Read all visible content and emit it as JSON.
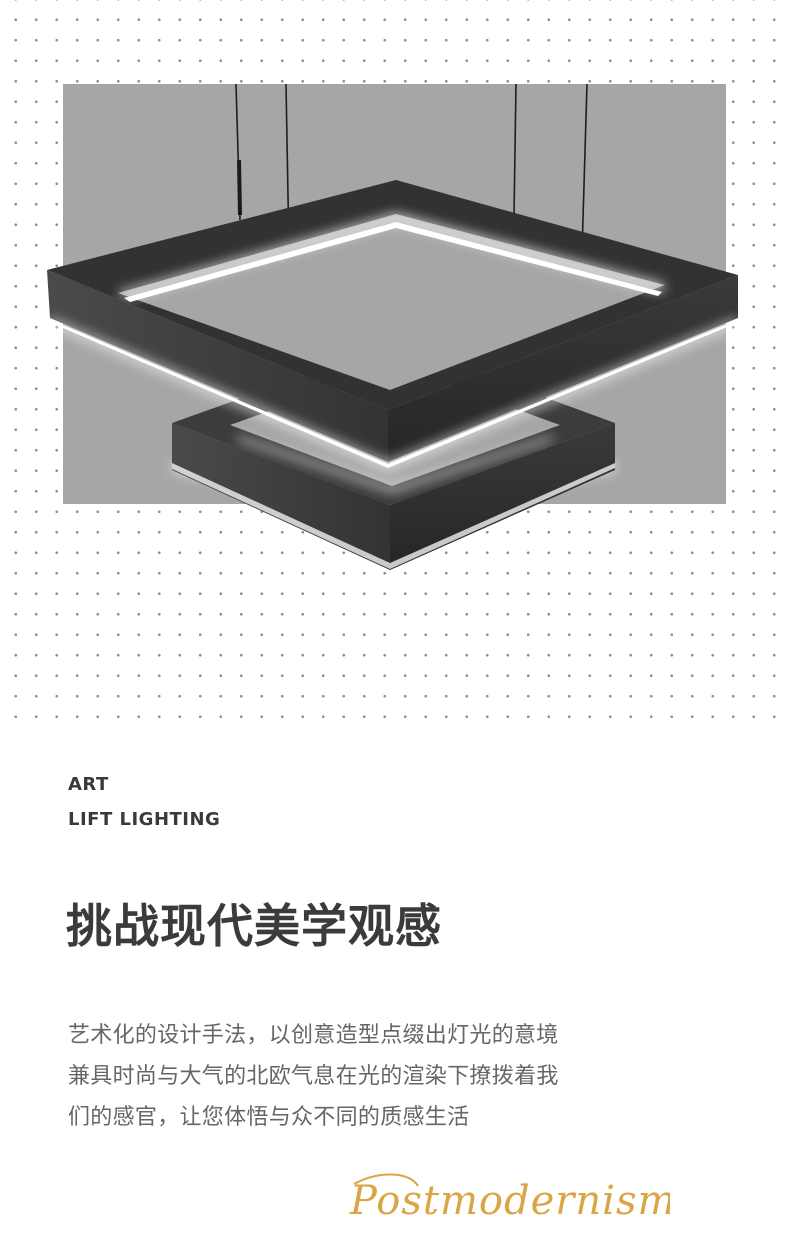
{
  "tagline": {
    "line1": "ART",
    "line2": "LIFT LIGHTING"
  },
  "headline": "挑战现代美学观感",
  "description": [
    "艺术化的设计手法，以创意造型点缀出灯光的意境",
    "兼具时尚与大气的北欧气息在光的渲染下撩拨着我",
    "们的感官，让您体悟与众不同的质感生活"
  ],
  "signature": "Postmodernism",
  "colors": {
    "background": "#ffffff",
    "panel": "#a6a6a6",
    "fixture": "#2f2f31",
    "glow": "#ffffff",
    "text_dark": "#3b3b3b",
    "text_body": "#666666",
    "signature_gold": "#d9a546"
  }
}
